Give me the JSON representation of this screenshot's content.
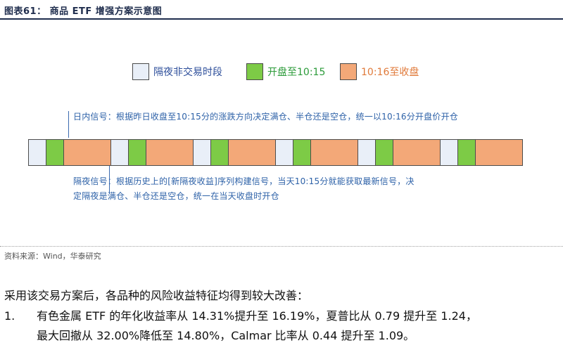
{
  "figure": {
    "title": "图表61：  商品 ETF 增强方案示意图",
    "legend": [
      {
        "label": "隔夜非交易时段",
        "fill": "#e9eff8",
        "text_color": "#2e4f9b"
      },
      {
        "label": "开盘至10:15",
        "fill": "#7dcb46",
        "text_color": "#2c9b3a"
      },
      {
        "label": "10:16至收盘",
        "fill": "#f3a878",
        "text_color": "#e07a3a"
      }
    ],
    "annotation_top": "日内信号：根据昨日收盘至10:15分的涨跌方向决定满仓、半仓还是空仓，统一以10:16分开盘价开仓",
    "annotation_bottom_line1": "隔夜信号：根据历史上的[新隔夜收益]序列构建信号，当天10:15分就能获取最新信号，决",
    "annotation_bottom_line2": "定隔夜是满仓、半仓还是空仓，统一在当天收盘时开仓",
    "timeline_pattern": [
      "overnight",
      "open_to_1015",
      "1016_to_close",
      "overnight",
      "open_to_1015",
      "1016_to_close",
      "overnight",
      "open_to_1015",
      "1016_to_close",
      "overnight",
      "open_to_1015",
      "1016_to_close",
      "overnight",
      "open_to_1015",
      "1016_to_close",
      "overnight",
      "open_to_1015",
      "1016_to_close"
    ],
    "colors": {
      "overnight": "#e9eff8",
      "open_to_1015": "#7dcb46",
      "1016_to_close": "#f3a878",
      "annotation": "#2e62a8",
      "title": "#1f2d4d"
    }
  },
  "source": "资料来源：Wind，华泰研究",
  "body": {
    "intro": "采用该交易方案后，各品种的风险收益特征均得到较大改善：",
    "item1_number": "1.",
    "item1_text": "有色金属 ETF 的年化收益率从 14.31%提升至 16.19%，夏普比从 0.79 提升至 1.24，",
    "item1_cont": "最大回撤从 32.00%降低至 14.80%，Calmar 比率从 0.44 提升至 1.09。"
  }
}
